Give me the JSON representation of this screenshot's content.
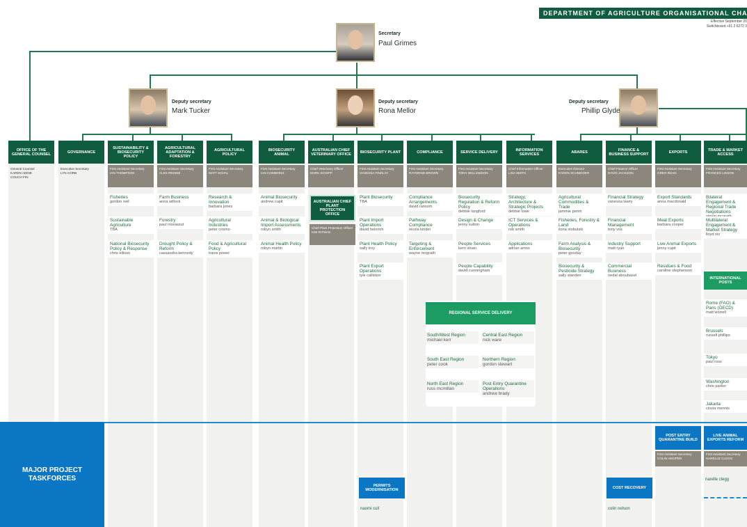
{
  "header": {
    "title": "DEPARTMENT OF AGRICULTURE ORGANISATIONAL CHAR",
    "effective": "Effective September 20",
    "updated": "Switchboard +61 2 6272 3"
  },
  "secretary": {
    "role": "Secretary",
    "name": "Paul Grimes"
  },
  "deputies": [
    {
      "role": "Deputy secretary",
      "name": "Mark Tucker"
    },
    {
      "role": "Deputy secretary",
      "name": "Rona Mellor"
    },
    {
      "role": "Deputy secretary",
      "name": "Phillip Glyde"
    }
  ],
  "columns": [
    {
      "head": "OFFICE OF THE GENERAL COUNSEL",
      "sub": "General Counsel\nKAREN ADDIE\nCOUCH FIN",
      "sub_plain": true,
      "items": []
    },
    {
      "head": "GOVERNANCE",
      "sub": "Executive Secretary\nLYN CORB",
      "sub_plain": true,
      "items": []
    },
    {
      "head": "SUSTAINABILITY & BIOSECURITY POLICY",
      "sub": "First Assistant Secretary\nIAN THOMPSON",
      "items": [
        {
          "t": "Fisheries",
          "s": "gordon neil"
        },
        {
          "t": "Sustainable Agriculture",
          "s": "TBA"
        },
        {
          "t": "National Biosecurity Policy & Response",
          "s": "chris ellison"
        }
      ]
    },
    {
      "head": "AGRICULTURAL ADAPTATION & FORESTRY",
      "sub": "First Assistant Secretary\nALEX REDDIE",
      "items": [
        {
          "t": "Farm Business",
          "s": "anna willock"
        },
        {
          "t": "Forestry",
          "s": "paul morassut"
        },
        {
          "t": "Drought Policy & Reform",
          "s": "cassandra kennedy"
        }
      ]
    },
    {
      "head": "AGRICULTURAL POLICY",
      "sub": "First Assistant Secretary\nMATT KOVAL",
      "items": [
        {
          "t": "Research & Innovation",
          "s": "barbara jones"
        },
        {
          "t": "Agricultural Industries",
          "s": "peter cosmo"
        },
        {
          "t": "Food & Agricultural Policy",
          "s": "travis power"
        }
      ]
    },
    {
      "head": "BIOSECURITY ANIMAL",
      "sub": "First Assistant Secretary\nIAN COMMONS",
      "items": [
        {
          "t": "Animal Biosecurity",
          "s": "andrew cupit"
        },
        {
          "t": "Animal & Biological Import Assessments",
          "s": "robyn smith"
        },
        {
          "t": "Animal Health Policy",
          "s": "robyn martin"
        }
      ]
    },
    {
      "head": "AUSTRALIAN CHIEF VETERINARY OFFICE",
      "sub": "Chief Veterinary Officer\nMARK SCHIPP",
      "items": []
    },
    {
      "head": "BIOSECURITY PLANT",
      "sub": "First Assistant Secretary\nVANESSA FINDLAY",
      "items": [
        {
          "t": "Plant Biosecurity",
          "s": "TBA"
        },
        {
          "t": "Plant Import Operations",
          "s": "david heinrich"
        },
        {
          "t": "Plant Health Policy",
          "s": "sally troy"
        },
        {
          "t": "Plant Export Operations",
          "s": "tyle calliston"
        }
      ]
    },
    {
      "head": "COMPLIANCE",
      "sub": "First Assistant Secretary\nRAYMOND BROWN",
      "items": [
        {
          "t": "Compliance Arrangements",
          "s": "david ransom"
        },
        {
          "t": "Pathway Compliance",
          "s": "nicola kinder"
        },
        {
          "t": "Targeting & Enforcement",
          "s": "wayne mcgrath"
        }
      ]
    },
    {
      "head": "SERVICE DELIVERY",
      "sub": "First Assistant Secretary\nTONY WILLIAMSON",
      "items": [
        {
          "t": "Biosecurity Regulation & Reform Policy",
          "s": "debbie langford"
        },
        {
          "t": "Design & Change",
          "s": "jenny sutton"
        },
        {
          "t": "People Services",
          "s": "kerri sloan"
        },
        {
          "t": "People Capability",
          "s": "david cunningham"
        }
      ]
    },
    {
      "head": "INFORMATION SERVICES",
      "sub": "Chief Information Officer\nLISA SMITH",
      "items": [
        {
          "t": "Strategy, Architecture & Strategic Projects",
          "s": "debbie lowe"
        },
        {
          "t": "ICT Services & Operations",
          "s": "rob smith"
        },
        {
          "t": "Applications",
          "s": "adrian amos"
        }
      ]
    },
    {
      "head": "ABARES",
      "sub": "Executive Director\nKAREN SCHNEIDER",
      "items": [
        {
          "t": "Agricultural Commodities & Trade",
          "s": "jammie penm"
        },
        {
          "t": "Fisheries, Forestry & Land",
          "s": "ilona stobutzki"
        },
        {
          "t": "Farm Analysis & Biosecurity",
          "s": "peter gooday"
        },
        {
          "t": "Biosecurity & Pesticide Strategy",
          "s": "sally standen"
        }
      ]
    },
    {
      "head": "FINANCE & BUSINESS SUPPORT",
      "sub": "Chief Finance Officer\nDAVID JACKSON",
      "items": [
        {
          "t": "Financial Strategy",
          "s": "vanessa lawry"
        },
        {
          "t": "Financial Management",
          "s": "tony vos"
        },
        {
          "t": "Industry Support",
          "s": "matt ryan"
        },
        {
          "t": "Commercial Business",
          "s": "nedal aboubasel"
        }
      ]
    },
    {
      "head": "EXPORTS",
      "sub": "First Assistant Secretary\nGREG READ",
      "items": [
        {
          "t": "Export Standards",
          "s": "anna macdonald"
        },
        {
          "t": "Meat Exports",
          "s": "barbara cooper"
        },
        {
          "t": "Live Animal Exports",
          "s": "jenny cupit"
        },
        {
          "t": "Residues & Food",
          "s": "caroline stephenson"
        }
      ]
    },
    {
      "head": "TRADE & MARKET ACCESS",
      "sub": "First Assistant Secretary\nFRANCES LISSON",
      "items": [
        {
          "t": "Bilateral Engagement & Regional Trade Negotiations",
          "s": "simon mcgrath"
        },
        {
          "t": "Multilateral Engagement & Market Strategy",
          "s": "lloyd nix"
        }
      ]
    }
  ],
  "cvo_extra": {
    "head": "AUSTRALIAN CHIEF PLANT PROTECTION OFFICE",
    "sub": "Chief Plant Protection Officer\nKIM RITMAN"
  },
  "counsellors": {
    "head": "INTERNATIONAL POSTS",
    "items": [
      {
        "t": "Rome (FAO) & Paris (OECD)",
        "s": "matt worrell"
      },
      {
        "t": "Brussels",
        "s": "russell phillips"
      },
      {
        "t": "Tokyo",
        "s": "paul ross"
      },
      {
        "t": "Washington",
        "s": "chris parker"
      },
      {
        "t": "Jakarta",
        "s": "cinzia mennis"
      }
    ]
  },
  "regional": {
    "head": "REGIONAL SERVICE DELIVERY",
    "items": [
      {
        "t": "South/West Region",
        "s": "michael kerr"
      },
      {
        "t": "Central East Region",
        "s": "nick ware"
      },
      {
        "t": "South East Region",
        "s": "peter cook"
      },
      {
        "t": "Northern Region",
        "s": "gordon stewart"
      },
      {
        "t": "North East Region",
        "s": "russ mcmillan"
      },
      {
        "t": "Post Entry Quarantine Operations",
        "s": "andrew brady"
      }
    ]
  },
  "taskforce": {
    "label": "MAJOR PROJECT TASKFORCES",
    "units": [
      {
        "head": "PERMITS MODERNISATION",
        "s": "naomi cull"
      },
      {
        "head": "COST RECOVERY",
        "s": "colin nelson"
      },
      {
        "head": "POST ENTRY QUARANTINE BUILD",
        "sub": "First Assistant Secretary\nCOLIN HOOPER"
      },
      {
        "head": "LIVE ANIMAL EXPORTS REFORM",
        "sub": "First Assistant Secretary\nNARELLE CLEGG",
        "s": "narelle clegg"
      }
    ]
  }
}
